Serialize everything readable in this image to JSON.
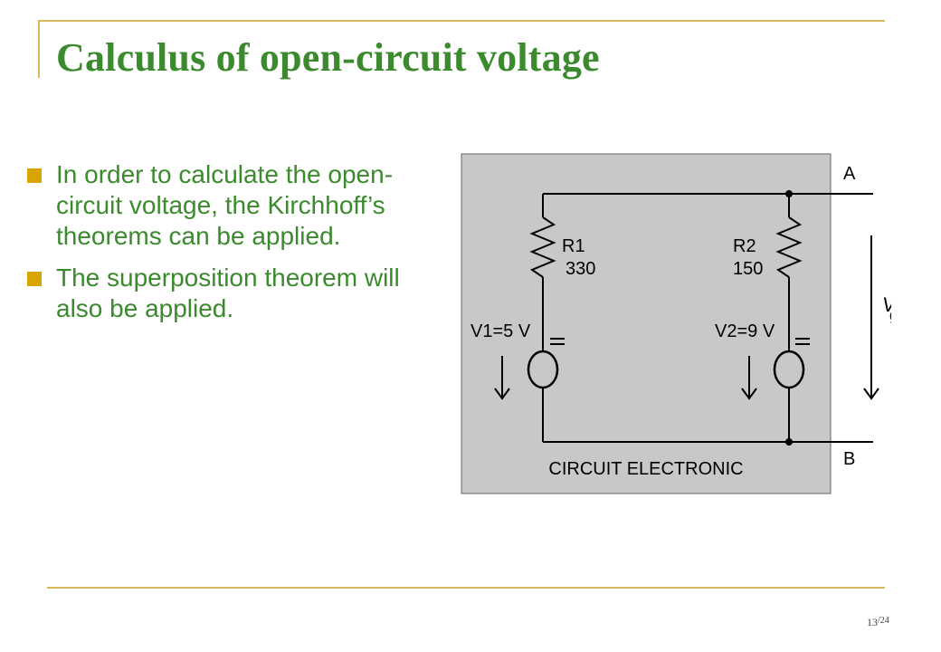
{
  "slide": {
    "title": "Calculus of open-circuit voltage",
    "bullets": [
      {
        "text": "In order to calculate the open-circuit voltage, the Kirchhoff’s theorems can be applied."
      },
      {
        "text": "The superposition theorem will also be applied."
      }
    ],
    "page": {
      "current": "13",
      "separator_total": "/24"
    }
  },
  "diagram": {
    "terminal_a": "A",
    "terminal_b": "B",
    "box_label": "CIRCUIT ELECTRONIC",
    "r1": {
      "name": "R1",
      "value": "330"
    },
    "r2": {
      "name": "R2",
      "value": "150"
    },
    "v1": {
      "label": "V1=5 V"
    },
    "v2": {
      "label": "V2=9 V"
    },
    "vgol": {
      "symbol": "V",
      "subscript": "gol"
    }
  },
  "colors": {
    "title_green": "#3b8a2e",
    "bullet_marker": "#d9a400",
    "frame_line": "#d9b85c",
    "circuit_box": "#c8c8c8"
  }
}
